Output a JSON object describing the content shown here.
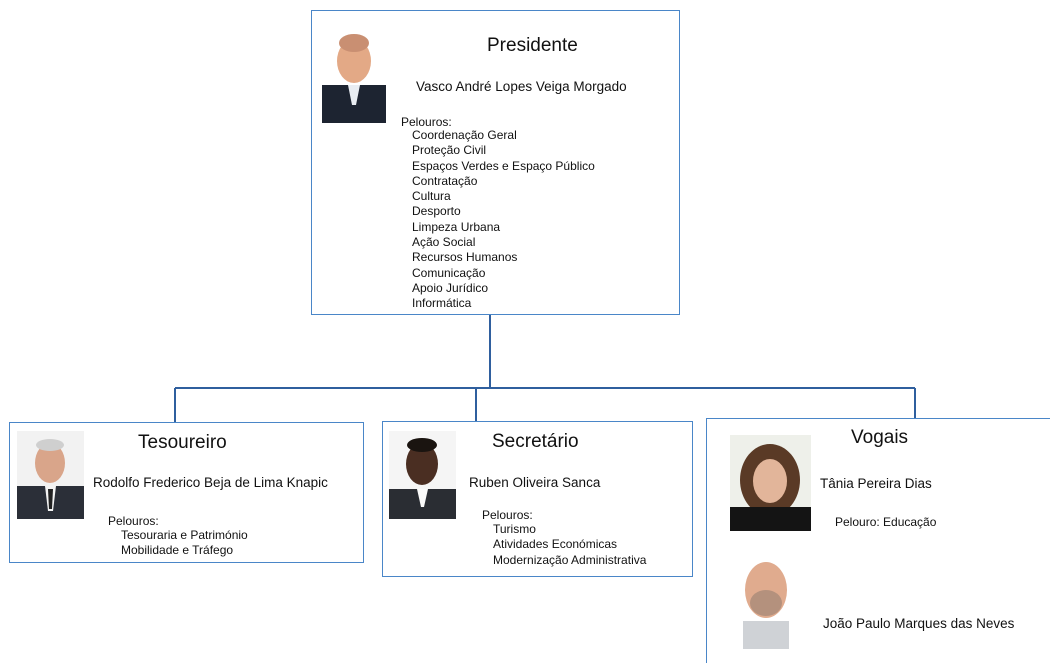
{
  "president": {
    "role": "Presidente",
    "name": "Vasco André Lopes Veiga Morgado",
    "pelouros_label": "Pelouros:",
    "pelouros": [
      "Coordenação Geral",
      "Proteção Civil",
      "Espaços Verdes e Espaço Público",
      "Contratação",
      "Cultura",
      "Desporto",
      "Limpeza Urbana",
      "Ação Social",
      "Recursos Humanos",
      "Comunicação",
      "Apoio Jurídico",
      "Informática"
    ]
  },
  "treasurer": {
    "role": "Tesoureiro",
    "name": "Rodolfo Frederico Beja de Lima Knapic",
    "pelouros_label": "Pelouros:",
    "pelouros": [
      "Tesouraria e Património",
      "Mobilidade e Tráfego"
    ]
  },
  "secretary": {
    "role": "Secretário",
    "name": "Ruben Oliveira Sanca",
    "pelouros_label": "Pelouros:",
    "pelouros": [
      "Turismo",
      "Atividades Económicas",
      "Modernização Administrativa"
    ]
  },
  "vogais": {
    "role": "Vogais",
    "member1_name": "Tânia Pereira Dias",
    "member1_pelouro": "Pelouro: Educação",
    "member2_name": "João Paulo Marques das Neves"
  },
  "colors": {
    "border": "#4a86c8",
    "connector": "#2f5f9e"
  }
}
